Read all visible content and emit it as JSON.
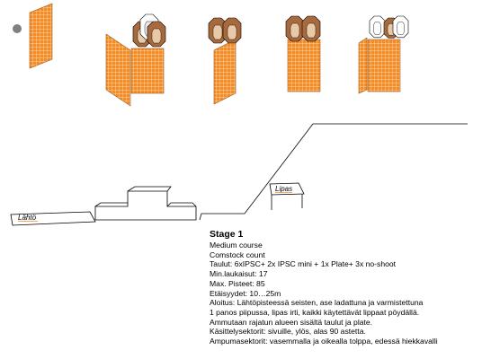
{
  "colors": {
    "panel_fill": "#f28c28",
    "panel_grid": "#ffd9a8",
    "target_brown": "#a86a3d",
    "target_tan": "#e8c9a8",
    "noshoot_fill": "#ffffff",
    "line": "#000000",
    "label_underline": "#f28c28",
    "dot": "#808080"
  },
  "labels": {
    "start": "Lähtö",
    "finish": "Lipas"
  },
  "brief": {
    "title": "Stage 1",
    "course_type": "Medium course",
    "scoring": "Comstock count",
    "targets": "Taulut: 6xIPSC+ 2x IPSC mini + 1x Plate+ 3x no-shoot",
    "min_rounds": "Min.laukaisut: 17",
    "max_points": "Max. Pisteet: 85",
    "distances": "Etäisyydet: 10…25m",
    "start_1": "Aloitus: Lähtöpisteessä seisten, ase ladattuna ja varmistettuna",
    "start_2": "1 panos piipussa, lipas irti, kaikki käytettävät lippaat pöydällä.",
    "start_3": "Ammutaan rajatun alueen sisältä taulut ja plate.",
    "handling": "Käsittelysektorit: sivuille, ylös, alas 90 astetta.",
    "firing": "Ampumasektorit: vasemmalla ja oikealla tolppa, edessä hiekkavalli"
  }
}
